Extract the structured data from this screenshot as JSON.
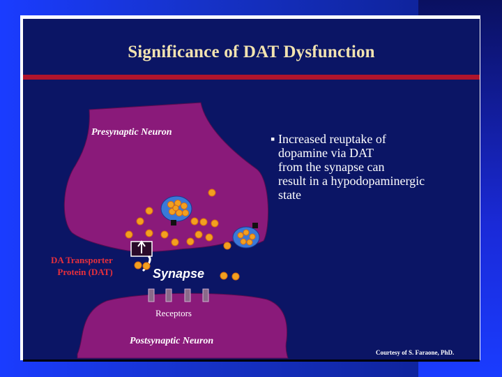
{
  "slide": {
    "title": "Significance of DAT Dysfunction",
    "bullet_lines": [
      "Increased reuptake of",
      "dopamine via DAT",
      "from the synapse can",
      "result in a hypodopaminergic",
      "state"
    ],
    "bullet_marker": "▪",
    "credit": "Courtesy of S. Faraone, PhD."
  },
  "diagram": {
    "presynaptic_label": "Presynaptic Neuron",
    "postsynaptic_label": "Postsynaptic Neuron",
    "synapse_label": "Synapse",
    "receptors_label": "Receptors",
    "dat_label_line1": "DA Transporter",
    "dat_label_line2": "Protein (DAT)"
  },
  "colors": {
    "background": "#0b1565",
    "title": "#f2e3b0",
    "title_bar": "#b0142c",
    "neuron": "#8a1a7a",
    "dopamine": "#f2a020",
    "vesicle": "#3a78d8",
    "dat_label": "#e8303c",
    "receptor": "#8a6a8a"
  }
}
